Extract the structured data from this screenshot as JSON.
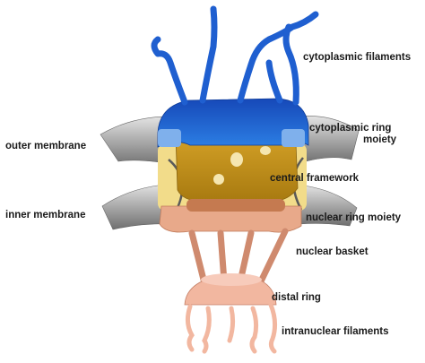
{
  "labels": {
    "cytoplasmic_filaments": "cytoplasmic filaments",
    "cytoplasmic_ring_line1": "cytoplasmic ring",
    "cytoplasmic_ring_line2": "moiety",
    "outer_membrane": "outer membrane",
    "central_framework": "central framework",
    "inner_membrane": "inner membrane",
    "nuclear_ring_moiety": "nuclear ring moiety",
    "nuclear_basket": "nuclear basket",
    "distal_ring": "distal ring",
    "intranuclear_filaments": "intranuclear filaments"
  },
  "colors": {
    "cytoplasmic": "#1f5fd0",
    "cytoplasmic_ring": "#2a7fe0",
    "central": "#c99a1e",
    "central_light": "#f0d880",
    "nuclear": "#e8a98a",
    "basket": "#cf8a6e",
    "membrane": "#8c8c8c"
  }
}
